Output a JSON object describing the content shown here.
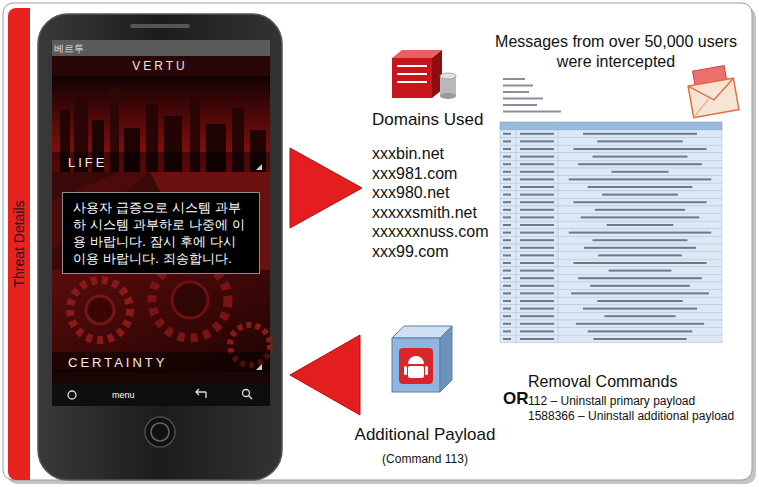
{
  "diagram": {
    "nodes": [
      {
        "text": [
          "Threat Details"
        ]
      },
      {
        "text": [
          "베르투",
          "VERTU",
          "LIFE",
          "CERTAINTY",
          "menu"
        ]
      },
      {
        "text": [
          "사용자 급증으로 시스템 과부하 시스템 과부하로 나중에 이용 바랍니다. 잠시 후에 다시 이용 바랍니다. 죄송합니다."
        ],
        "in": 1
      },
      {
        "text": [
          "Domains Used",
          "xxxbin.net",
          "xxx981.com",
          "xxx980.net",
          "xxxxxsmith.net",
          "xxxxxxnuss.com",
          "xxx99.com"
        ]
      },
      {
        "text": [
          "Messages from over 50,000 users were intercepted"
        ]
      },
      {
        "text": [
          "Additional Payload",
          "(Command 113)"
        ]
      },
      {
        "text": [
          "Removal Commands",
          "112 – Uninstall primary payload",
          "1588366 – Uninstall additional payload"
        ]
      }
    ],
    "edges": [
      {
        "from": 1,
        "to": 3,
        "arrow": "to"
      },
      {
        "from": 5,
        "to": 1,
        "arrow": "to"
      }
    ],
    "labels": [
      "OR"
    ]
  }
}
